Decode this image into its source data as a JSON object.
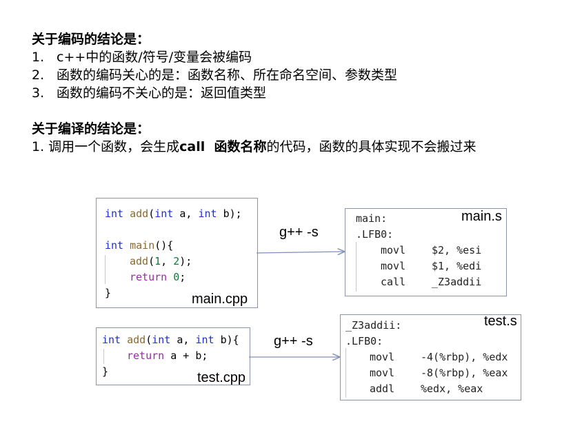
{
  "encoding": {
    "heading": "关于编码的结论是：",
    "items": [
      {
        "num": "1.",
        "text": "c++中的函数/符号/变量会被编码"
      },
      {
        "num": "2.",
        "text": "函数的编码关心的是：函数名称、所在命名空间、参数类型"
      },
      {
        "num": "3.",
        "text": "函数的编码不关心的是：返回值类型"
      }
    ]
  },
  "compile": {
    "heading": "关于编译的结论是：",
    "line_prefix": "1. 调用一个函数，会生成",
    "line_bold": "call  函数名称",
    "line_suffix": "的代码，函数的具体实现不会搬过来"
  },
  "main_cpp": {
    "filename": "main.cpp",
    "l1_type": "int",
    "l1_fn": "add",
    "l1_p1": "int",
    "l1_a": " a, ",
    "l1_p2": "int",
    "l1_b": " b);",
    "l3_type": "int",
    "l3_fn": "main",
    "l3_rest": "(){",
    "l4_fn": "add",
    "l4_open": "(",
    "l4_arg1": "1",
    "l4_sep": ", ",
    "l4_arg2": "2",
    "l4_close": ");",
    "l5_kw": "return",
    "l5_val": "0",
    "l5_end": ";",
    "l6": "}"
  },
  "test_cpp": {
    "filename": "test.cpp",
    "l1_type": "int",
    "l1_fn": "add",
    "l1_p1": "int",
    "l1_a": " a, ",
    "l1_p2": "int",
    "l1_b": " b){",
    "l2_kw": "return",
    "l2_rest": " a + b;",
    "l3": "}"
  },
  "main_s": {
    "filename": "main.s",
    "lines": [
      "main:",
      ".LFB0:"
    ],
    "instr": [
      {
        "op": "movl",
        "args": "$2, %esi"
      },
      {
        "op": "movl",
        "args": "$1, %edi"
      },
      {
        "op": "call",
        "args": "_Z3addii"
      }
    ]
  },
  "test_s": {
    "filename": "test.s",
    "lines": [
      "_Z3addii:",
      ".LFB0:"
    ],
    "instr": [
      {
        "op": "movl",
        "args": "-4(%rbp), %edx"
      },
      {
        "op": "movl",
        "args": "-8(%rbp), %eax"
      },
      {
        "op": "addl",
        "args": "%edx, %eax"
      }
    ]
  },
  "arrows": {
    "top_label": "g++ -s",
    "bottom_label": "g++ -s",
    "color": "#7f8fb8"
  }
}
